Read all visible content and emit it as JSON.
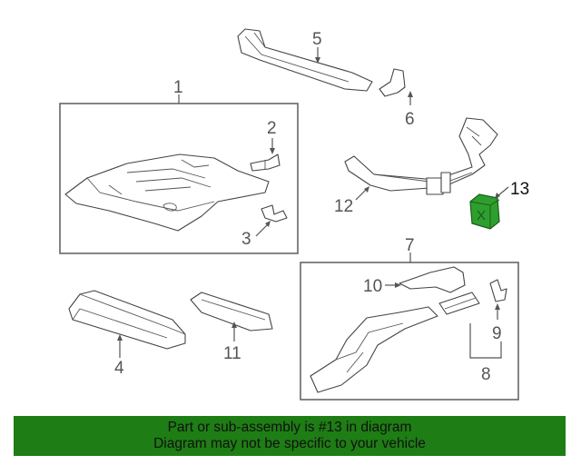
{
  "callouts": {
    "c1": "1",
    "c2": "2",
    "c3": "3",
    "c4": "4",
    "c5": "5",
    "c6": "6",
    "c7": "7",
    "c8": "8",
    "c9": "9",
    "c10": "10",
    "c11": "11",
    "c12": "12",
    "c13": "13"
  },
  "banner": {
    "line1": "Part or sub-assembly is #13 in diagram",
    "line2": "Diagram may not be specific to your vehicle",
    "background": "#1e7d14"
  },
  "highlight": {
    "part_number": "13",
    "color": "#2e9f2e"
  }
}
